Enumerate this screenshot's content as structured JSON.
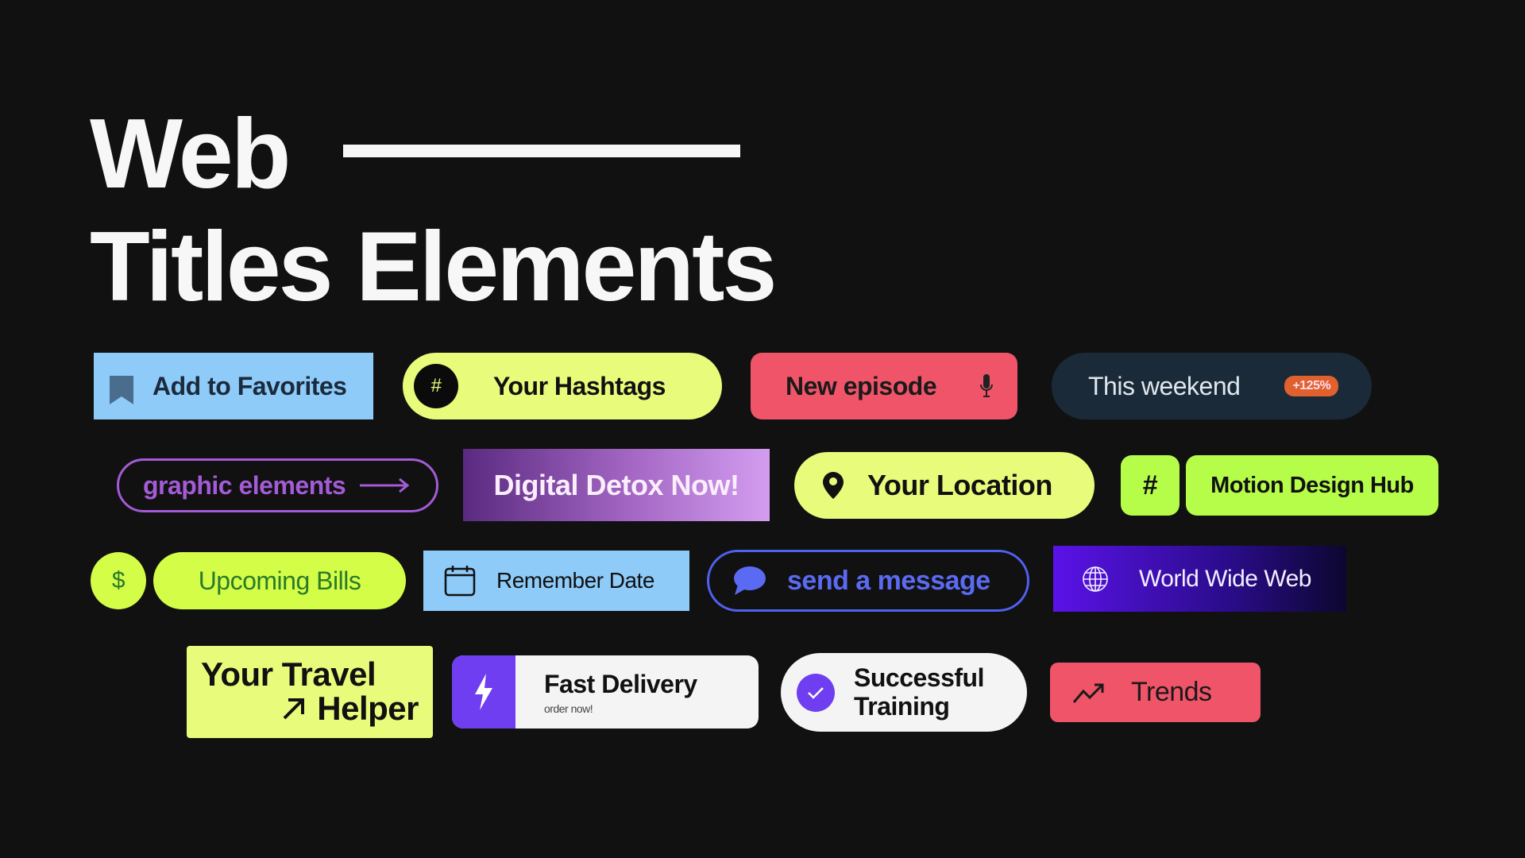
{
  "title": {
    "line1": "Web",
    "line2": "Titles Elements"
  },
  "elements": {
    "favorites": "Add to Favorites",
    "hashtags": {
      "icon": "#",
      "label": "Your Hashtags"
    },
    "episode": "New episode",
    "weekend": {
      "label": "This weekend",
      "badge": "+125%"
    },
    "graphic": "graphic elements",
    "detox": "Digital Detox Now!",
    "location": "Your Location",
    "motion": {
      "icon": "#",
      "label": "Motion Design Hub"
    },
    "bills": {
      "icon": "$",
      "label": "Upcoming Bills"
    },
    "remember": "Remember Date",
    "message": "send a message",
    "www": "World Wide Web",
    "travel": {
      "line1": "Your Travel",
      "line2": "Helper"
    },
    "delivery": {
      "label": "Fast Delivery",
      "sub": "order now!"
    },
    "training": {
      "line1": "Successful",
      "line2": "Training"
    },
    "trends": "Trends"
  },
  "colors": {
    "bg": "#111111",
    "blue": "#8ecbf9",
    "yellow": "#e9fb7b",
    "red": "#ef5469",
    "lime": "#b6fd4a",
    "purple": "#6f3ef0"
  }
}
